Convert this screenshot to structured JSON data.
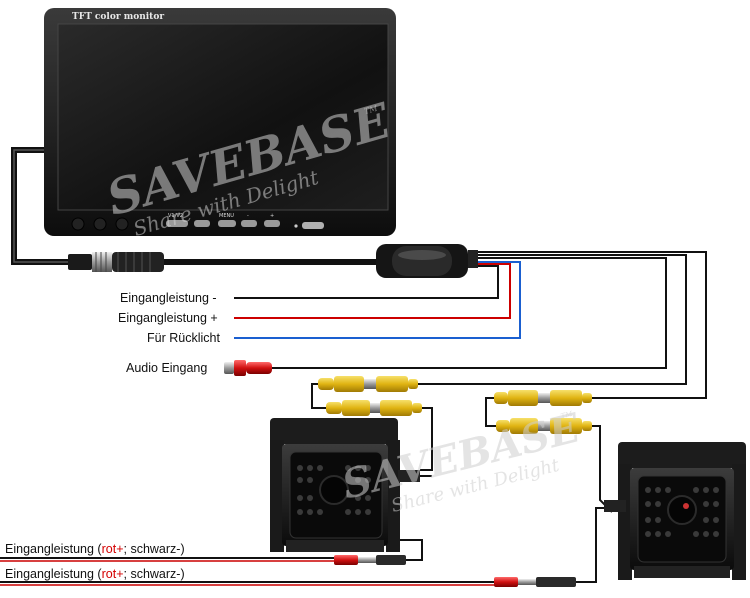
{
  "monitor": {
    "title": "TFT color monitor",
    "buttons": [
      "V1/V2",
      "MENU",
      "-",
      "+"
    ]
  },
  "watermark": {
    "brand": "SAVEBASE",
    "tm": "TM",
    "tagline": "Share with Delight"
  },
  "labels": {
    "power_minus": "Eingangleistung -",
    "power_plus": "Eingangleistung +",
    "reverse_light": "Für Rücklicht",
    "audio_in": "Audio Eingang",
    "cam1_power_prefix": "Eingangleistung (",
    "cam1_power_red": "rot+",
    "cam1_power_suffix": "; schwarz-)",
    "cam2_power_prefix": "Eingangleistung (",
    "cam2_power_red": "rot+",
    "cam2_power_suffix": "; schwarz-)"
  },
  "colors": {
    "wire_black": "#111111",
    "wire_red": "#cc0000",
    "wire_blue": "#1a5fd0",
    "rca_yellow": "#e8c21a",
    "rca_red": "#d01010",
    "text_red": "#d40000"
  }
}
